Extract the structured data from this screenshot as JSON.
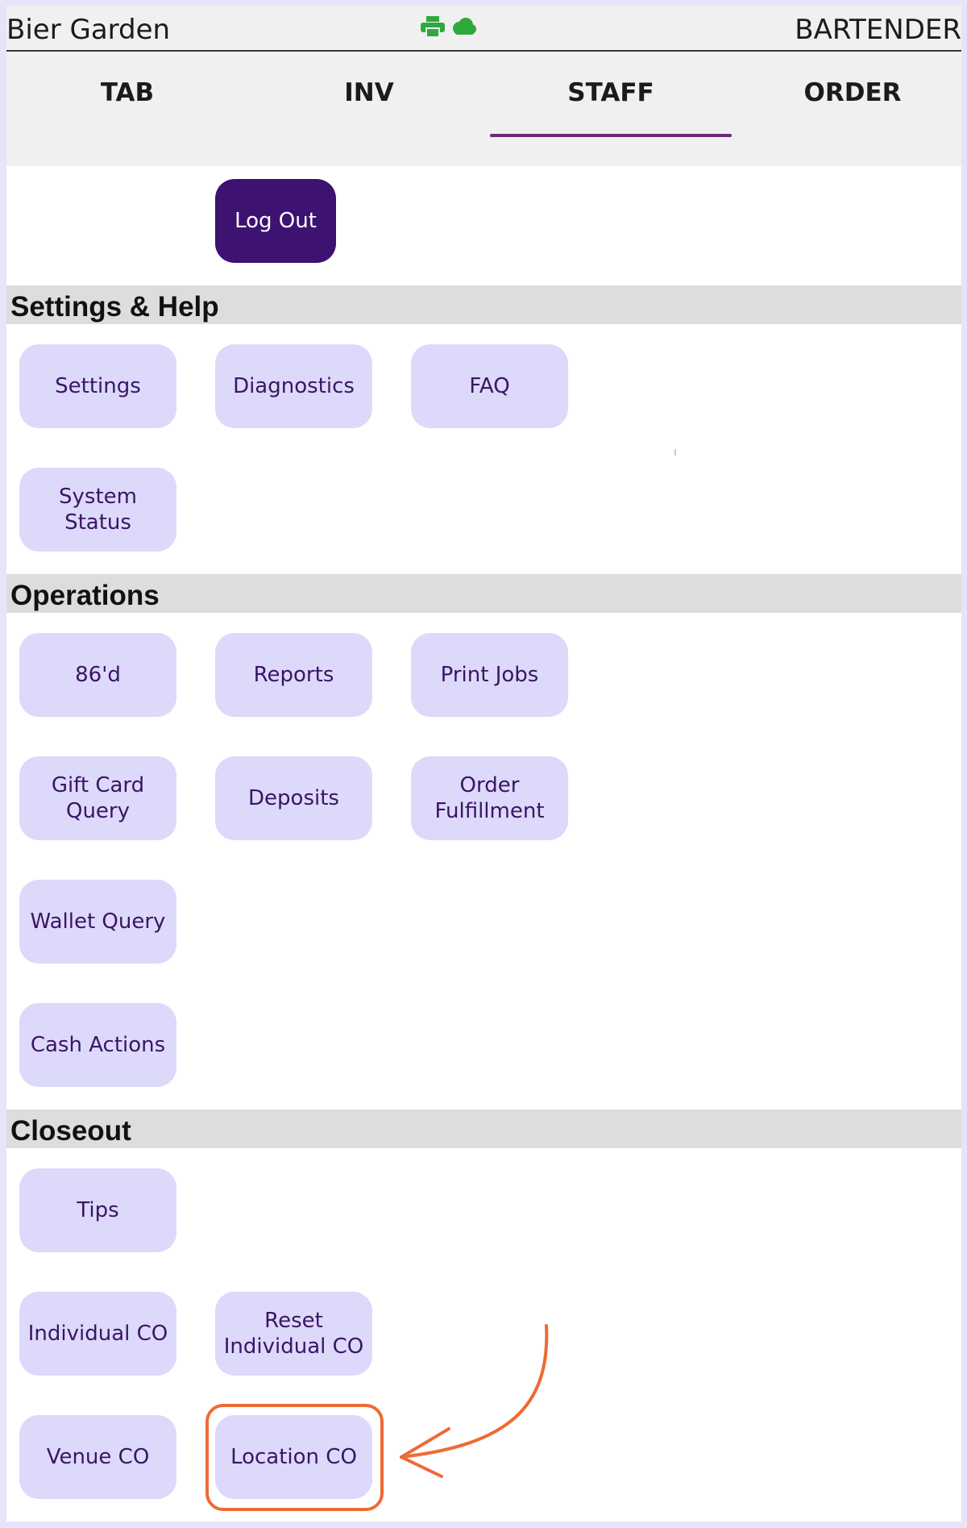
{
  "header": {
    "app_title": "Bier Garden",
    "role": "BARTENDER",
    "status_icons": [
      "printer-icon",
      "cloud-icon"
    ],
    "status_color": "#2eaa3c"
  },
  "tabs": [
    {
      "label": "TAB",
      "active": false
    },
    {
      "label": "INV",
      "active": false
    },
    {
      "label": "STAFF",
      "active": true
    },
    {
      "label": "ORDER",
      "active": false
    }
  ],
  "account": {
    "logout_label": "Log Out"
  },
  "sections": {
    "settings": {
      "title": "Settings & Help",
      "buttons": [
        "Settings",
        "Diagnostics",
        "FAQ",
        "System\nStatus"
      ]
    },
    "operations": {
      "title": "Operations",
      "buttons": [
        "86'd",
        "Reports",
        "Print Jobs",
        "Gift Card\nQuery",
        "Deposits",
        "Order\nFulfillment",
        "Wallet Query",
        "Cash Actions"
      ]
    },
    "closeout": {
      "title": "Closeout",
      "buttons": [
        "Tips",
        "Individual CO",
        "Reset\nIndividual CO",
        "Venue CO",
        "Location CO"
      ]
    }
  },
  "annotation": {
    "highlighted_button": "Location CO",
    "color": "#ef6a35"
  },
  "colors": {
    "accent": "#3d1270",
    "button_bg": "#dcd9fb",
    "button_text": "#3b1563",
    "tab_underline": "#6c2a7a"
  }
}
